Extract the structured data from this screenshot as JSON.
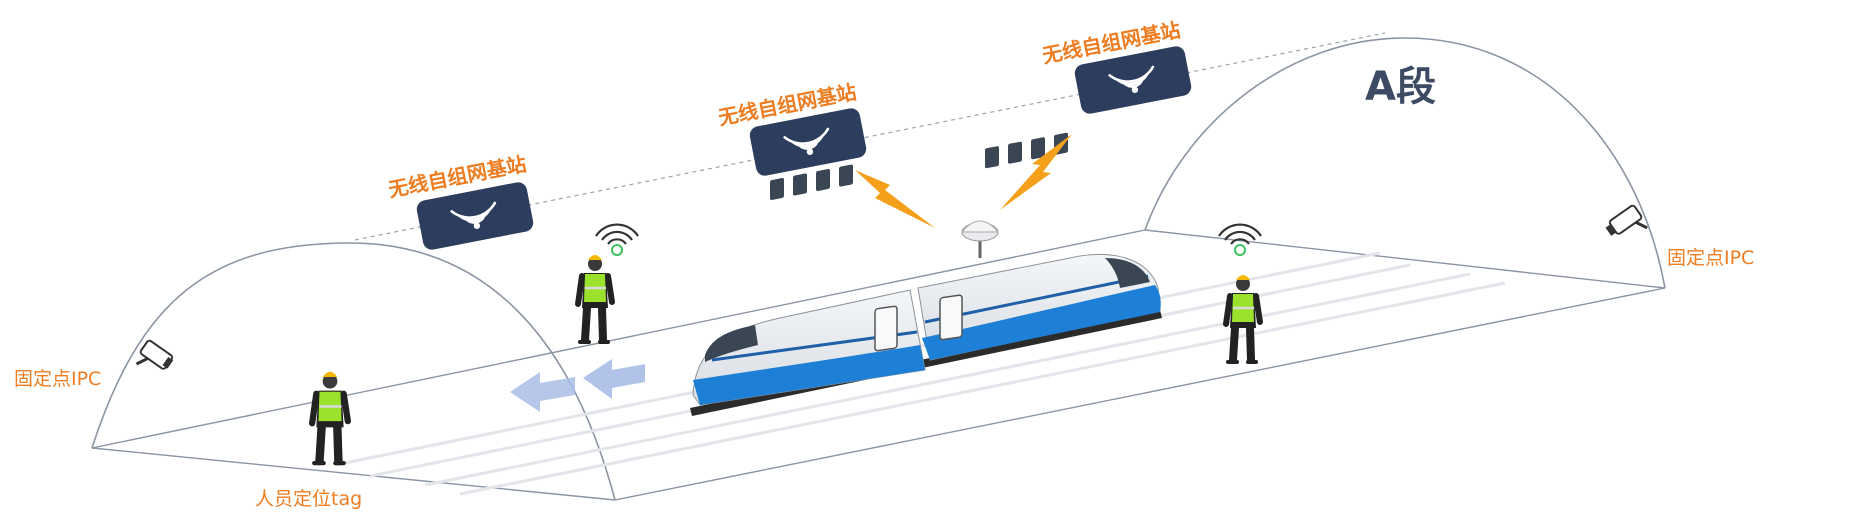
{
  "section_label": "A段",
  "base_stations": [
    {
      "label": "无线自组网基站",
      "icon": "wifi-signal-icon"
    },
    {
      "label": "无线自组网基站",
      "icon": "wifi-signal-icon"
    },
    {
      "label": "无线自组网基站",
      "icon": "wifi-signal-icon"
    }
  ],
  "cameras": [
    {
      "label": "固定点IPC",
      "icon": "security-camera-icon"
    },
    {
      "label": "固定点IPC",
      "icon": "security-camera-icon"
    }
  ],
  "personnel_tag_label": "人员定位tag",
  "colors": {
    "accent_orange": "#ee7d22",
    "station_navy": "#2c3d5e",
    "train_blue": "#1e7fd6",
    "arrow_blue": "#a9bde6",
    "worker_vest": "#9be22d",
    "tag_green": "#3cc35c"
  }
}
